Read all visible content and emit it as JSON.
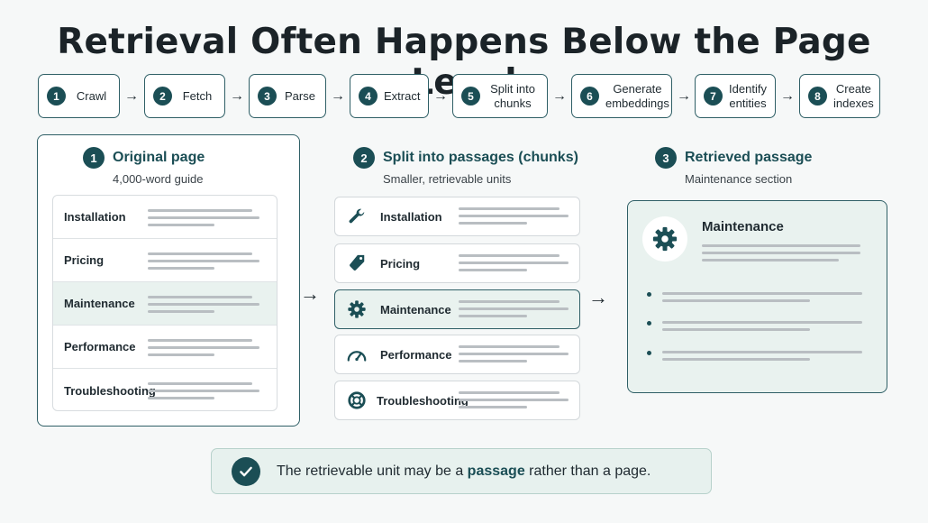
{
  "title": "Retrieval Often Happens Below the Page Level",
  "pipeline": [
    {
      "num": "1",
      "label": "Crawl"
    },
    {
      "num": "2",
      "label": "Fetch"
    },
    {
      "num": "3",
      "label": "Parse"
    },
    {
      "num": "4",
      "label": "Extract"
    },
    {
      "num": "5",
      "label": "Split into chunks"
    },
    {
      "num": "6",
      "label": "Generate embeddings"
    },
    {
      "num": "7",
      "label": "Identify entities"
    },
    {
      "num": "8",
      "label": "Create indexes"
    }
  ],
  "original": {
    "num": "1",
    "title": "Original page",
    "subtitle": "4,000-word guide",
    "sections": [
      "Installation",
      "Pricing",
      "Maintenance",
      "Performance",
      "Troubleshooting"
    ]
  },
  "chunks": {
    "num": "2",
    "title": "Split into passages (chunks)",
    "subtitle": "Smaller, retrievable units",
    "items": [
      {
        "label": "Installation",
        "icon": "wrench-icon"
      },
      {
        "label": "Pricing",
        "icon": "tag-icon"
      },
      {
        "label": "Maintenance",
        "icon": "gear-icon"
      },
      {
        "label": "Performance",
        "icon": "gauge-icon"
      },
      {
        "label": "Troubleshooting",
        "icon": "lifebuoy-icon"
      }
    ]
  },
  "retrieved": {
    "num": "3",
    "title": "Retrieved passage",
    "subtitle": "Maintenance section",
    "card_title": "Maintenance"
  },
  "callout": {
    "before": "The retrievable unit may be a ",
    "emphasis": "passage",
    "after": " rather than a page."
  },
  "colors": {
    "accent": "#1b4e55",
    "highlight": "#e9f2ef",
    "border": "#2f5f66"
  }
}
